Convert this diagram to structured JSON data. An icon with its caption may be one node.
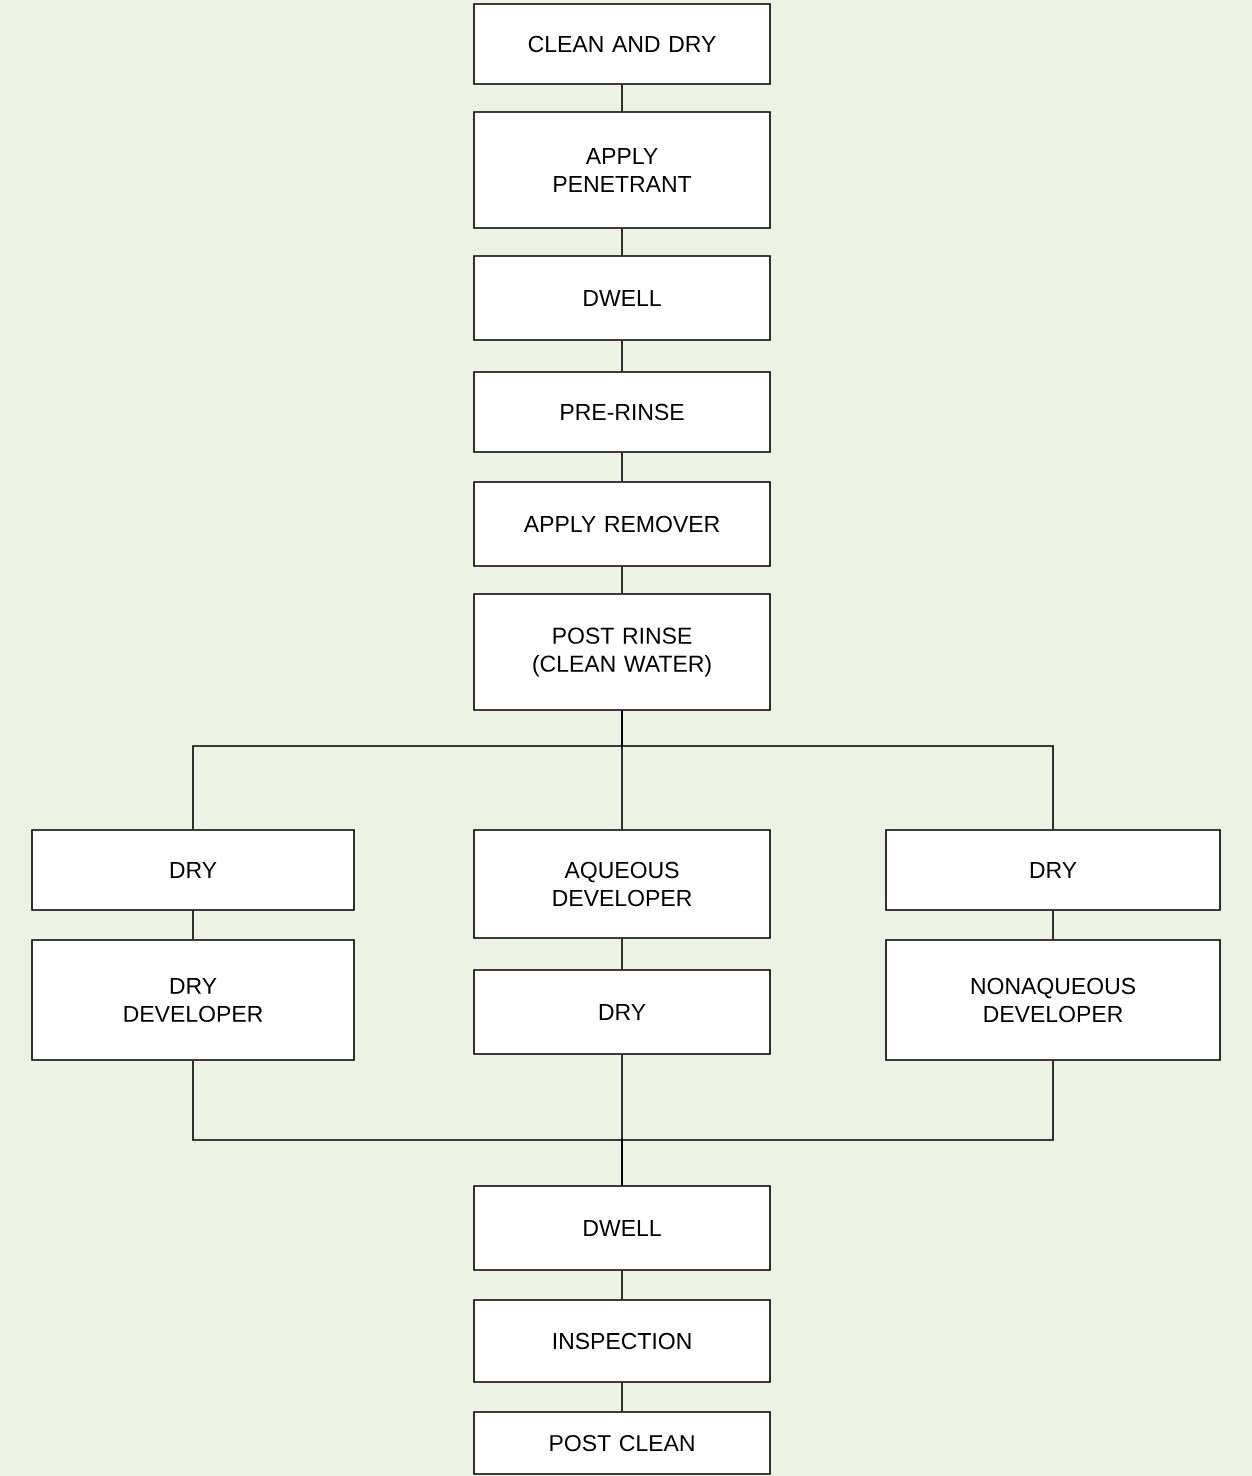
{
  "diagram": {
    "nodes": [
      {
        "text": [
          "CLEAN AND DRY"
        ]
      },
      {
        "text": [
          "APPLY PENETRANT"
        ]
      },
      {
        "text": [
          "DWELL"
        ]
      },
      {
        "text": [
          "PRE-RINSE"
        ]
      },
      {
        "text": [
          "APPLY REMOVER"
        ]
      },
      {
        "text": [
          "POST RINSE (CLEAN WATER)"
        ]
      },
      {
        "text": [
          "DRY"
        ]
      },
      {
        "text": [
          "AQUEOUS DEVELOPER"
        ]
      },
      {
        "text": [
          "DRY"
        ]
      },
      {
        "text": [
          "DRY DEVELOPER"
        ]
      },
      {
        "text": [
          "DRY"
        ]
      },
      {
        "text": [
          "NONAQUEOUS DEVELOPER"
        ]
      },
      {
        "text": [
          "DWELL"
        ]
      },
      {
        "text": [
          "INSPECTION"
        ]
      },
      {
        "text": [
          "POST CLEAN"
        ]
      }
    ],
    "edges": [
      {
        "from": 0,
        "to": 1,
        "arrow": "none"
      },
      {
        "from": 1,
        "to": 2,
        "arrow": "none"
      },
      {
        "from": 2,
        "to": 3,
        "arrow": "none"
      },
      {
        "from": 3,
        "to": 4,
        "arrow": "none"
      },
      {
        "from": 4,
        "to": 5,
        "arrow": "none"
      },
      {
        "from": 5,
        "to": 6,
        "arrow": "none"
      },
      {
        "from": 5,
        "to": 7,
        "arrow": "none"
      },
      {
        "from": 5,
        "to": 8,
        "arrow": "none"
      },
      {
        "from": 6,
        "to": 9,
        "arrow": "none"
      },
      {
        "from": 7,
        "to": 10,
        "arrow": "none"
      },
      {
        "from": 8,
        "to": 11,
        "arrow": "none"
      },
      {
        "from": 9,
        "to": 12,
        "arrow": "none"
      },
      {
        "from": 10,
        "to": 12,
        "arrow": "none"
      },
      {
        "from": 11,
        "to": 12,
        "arrow": "none"
      },
      {
        "from": 12,
        "to": 13,
        "arrow": "none"
      },
      {
        "from": 13,
        "to": 14,
        "arrow": "none"
      }
    ]
  }
}
